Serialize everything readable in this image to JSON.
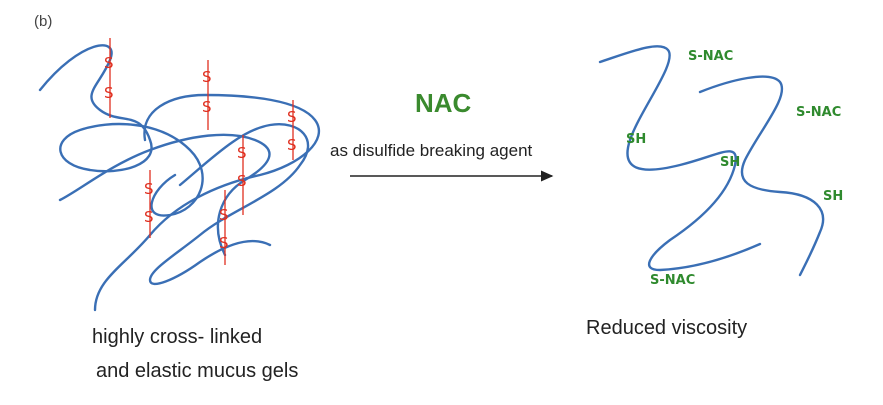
{
  "panel_label": "(b)",
  "reagent": "NAC",
  "arrow_label": "as disulfide breaking agent",
  "left_caption": [
    "highly cross- linked",
    "and elastic mucus gels"
  ],
  "right_caption": "Reduced viscosity",
  "disulfide_label": "S",
  "right_group_labels": [
    "S-NAC",
    "S-NAC",
    "SH",
    "SH",
    "SH",
    "S-NAC"
  ],
  "colors": {
    "chain": "#3a6fb5",
    "disulfide": "#e03020",
    "group_label": "#2f8a2e",
    "reagent": "#3a8a2e",
    "arrow": "#222222"
  }
}
